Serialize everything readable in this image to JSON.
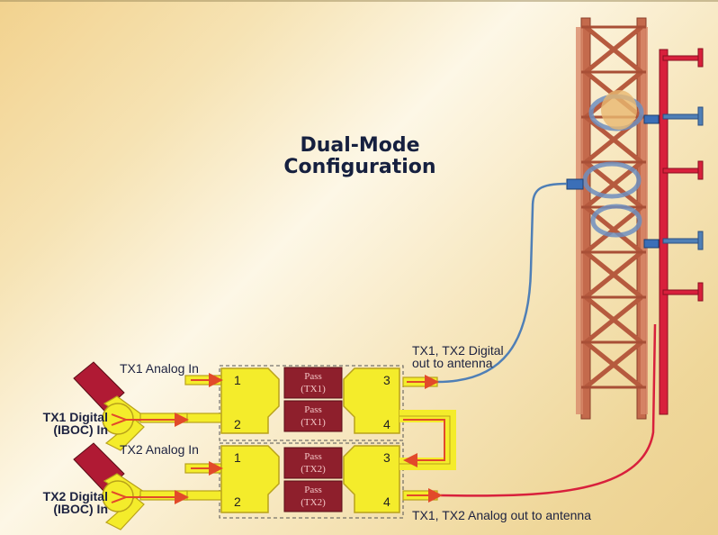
{
  "title": {
    "line1": "Dual-Mode",
    "line2": "Configuration"
  },
  "inputs": {
    "tx1_analog": "TX1 Analog In",
    "tx1_digital_l1": "TX1 Digital",
    "tx1_digital_l2": "(IBOC) In",
    "tx2_analog": "TX2 Analog In",
    "tx2_digital_l1": "TX2 Digital",
    "tx2_digital_l2": "(IBOC) In"
  },
  "outputs": {
    "digital_l1": "TX1, TX2 Digital",
    "digital_l2": "out to antenna",
    "analog": "TX1, TX2 Analog out to antenna"
  },
  "filters": [
    {
      "l1": "Pass",
      "l2": "(TX1)"
    },
    {
      "l1": "Pass",
      "l2": "(TX1)"
    },
    {
      "l1": "Pass",
      "l2": "(TX2)"
    },
    {
      "l1": "Pass",
      "l2": "(TX2)"
    }
  ],
  "ports": {
    "top_left_1": "1",
    "top_left_2": "2",
    "top_right_3": "3",
    "top_right_4": "4",
    "bot_left_1": "1",
    "bot_left_2": "2",
    "bot_right_3": "3",
    "bot_right_4": "4"
  },
  "colors": {
    "coupler": "#f4ec2b",
    "coupler_stroke": "#b9a21a",
    "filter": "#8e1f2c",
    "tower": "#c46a4c",
    "antenna_mast": "#d8203c",
    "digital_feed": "#4f7fb6",
    "analog_feed": "#d8203c",
    "arrow": "#e24a2a"
  }
}
